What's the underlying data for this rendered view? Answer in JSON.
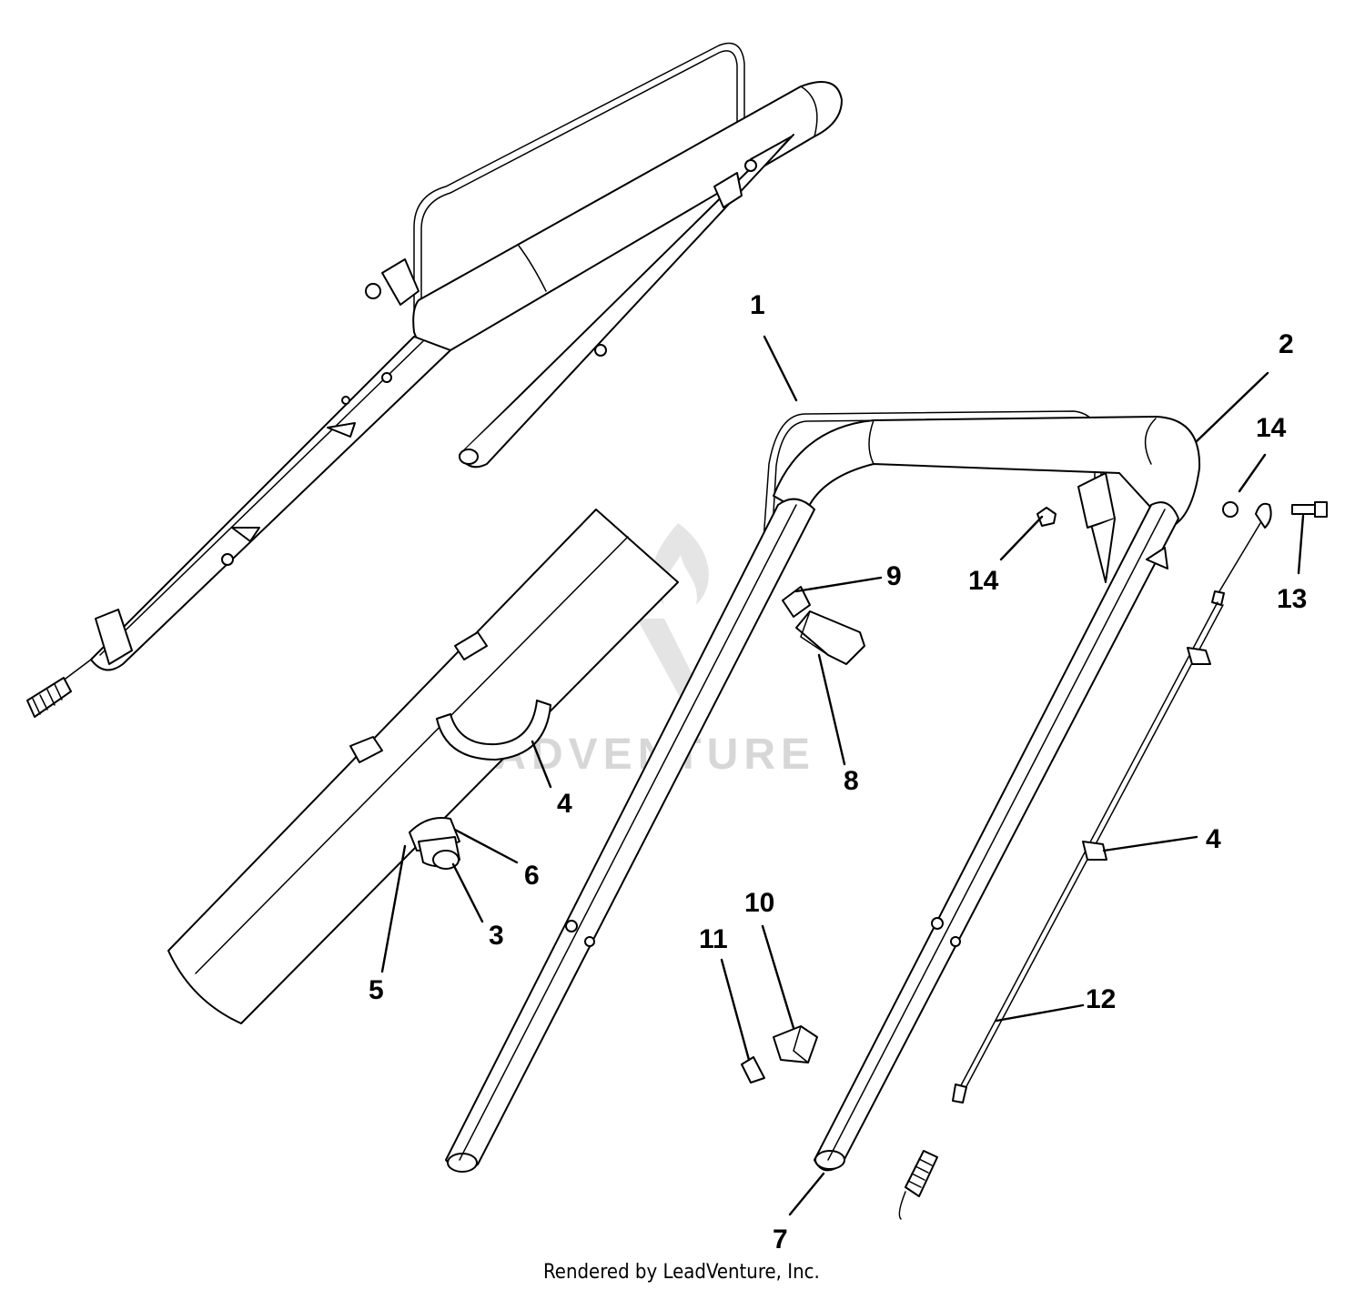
{
  "diagram": {
    "watermark": "LEADVENTURE",
    "footer": "Rendered by LeadVenture, Inc.",
    "callouts": [
      {
        "id": "c1",
        "label": "1"
      },
      {
        "id": "c2",
        "label": "2"
      },
      {
        "id": "c3",
        "label": "3"
      },
      {
        "id": "c4a",
        "label": "4"
      },
      {
        "id": "c4b",
        "label": "4"
      },
      {
        "id": "c5",
        "label": "5"
      },
      {
        "id": "c6",
        "label": "6"
      },
      {
        "id": "c7",
        "label": "7"
      },
      {
        "id": "c8",
        "label": "8"
      },
      {
        "id": "c9",
        "label": "9"
      },
      {
        "id": "c10",
        "label": "10"
      },
      {
        "id": "c11",
        "label": "11"
      },
      {
        "id": "c12",
        "label": "12"
      },
      {
        "id": "c13",
        "label": "13"
      },
      {
        "id": "c14a",
        "label": "14"
      },
      {
        "id": "c14b",
        "label": "14"
      }
    ]
  }
}
